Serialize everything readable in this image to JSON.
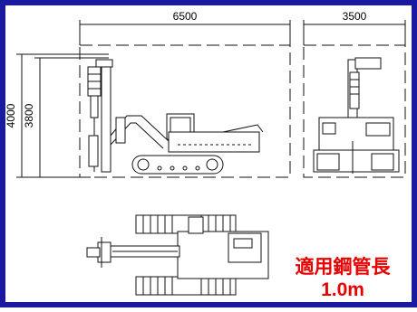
{
  "dimensions": {
    "width_left": "6500",
    "width_right": "3500",
    "height_outer": "4000",
    "height_inner": "3800"
  },
  "caption": {
    "line1": "適用鋼管長",
    "line2": "1.0m"
  },
  "colors": {
    "frame": "#1a1aa0",
    "line": "#111111",
    "dim_text": "#000000",
    "caption": "#e60000",
    "background": "#ffffff"
  }
}
